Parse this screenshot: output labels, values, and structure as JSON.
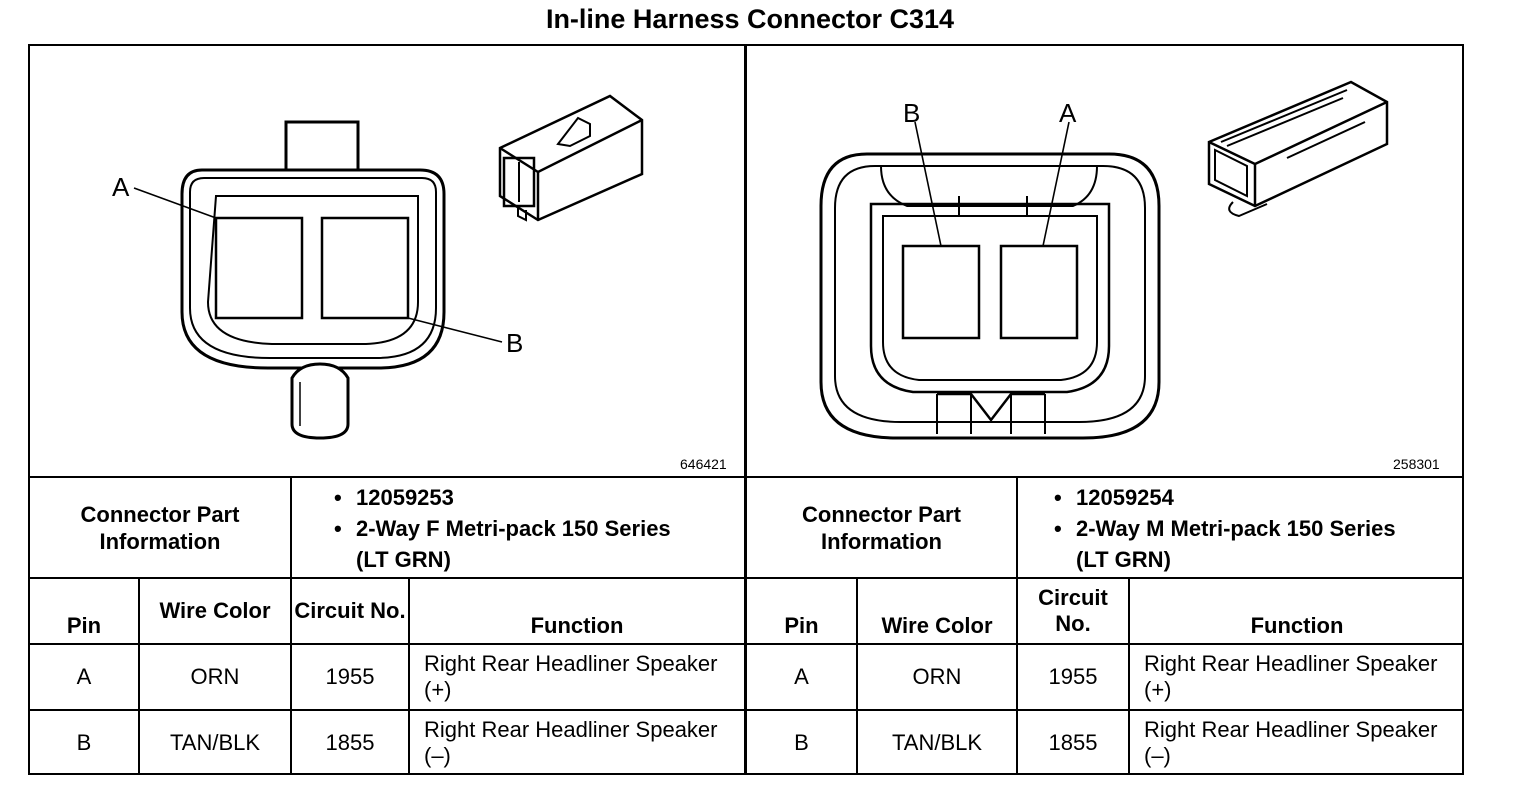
{
  "title": "In-line Harness Connector C314",
  "left": {
    "figure_id": "646421",
    "pin_labels": [
      "A",
      "B"
    ],
    "part_info_label": "Connector Part Information",
    "part_number": "12059253",
    "part_desc": "2-Way F Metri-pack 150 Series",
    "part_color": "(LT GRN)",
    "headers": {
      "pin": "Pin",
      "wire_color": "Wire Color",
      "circuit": "Circuit No.",
      "function": "Function"
    },
    "rows": [
      {
        "pin": "A",
        "wire": "ORN",
        "circuit": "1955",
        "function": "Right Rear Headliner Speaker (+)"
      },
      {
        "pin": "B",
        "wire": "TAN/BLK",
        "circuit": "1855",
        "function": "Right Rear Headliner Speaker (–)"
      }
    ]
  },
  "right": {
    "figure_id": "258301",
    "pin_labels": [
      "B",
      "A"
    ],
    "part_info_label": "Connector Part Information",
    "part_number": "12059254",
    "part_desc": "2-Way M Metri-pack 150 Series",
    "part_color": "(LT GRN)",
    "headers": {
      "pin": "Pin",
      "wire_color": "Wire Color",
      "circuit": "Circuit No.",
      "function": "Function"
    },
    "rows": [
      {
        "pin": "A",
        "wire": "ORN",
        "circuit": "1955",
        "function": "Right Rear Headliner Speaker (+)"
      },
      {
        "pin": "B",
        "wire": "TAN/BLK",
        "circuit": "1855",
        "function": "Right Rear Headliner Speaker (–)"
      }
    ]
  }
}
